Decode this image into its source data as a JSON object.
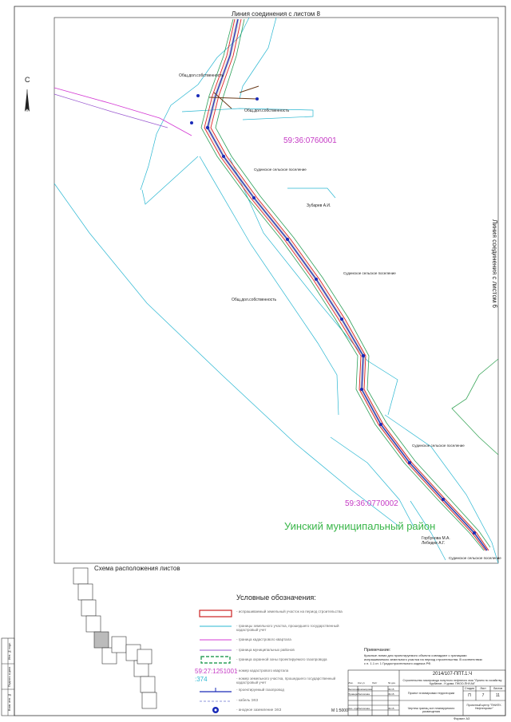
{
  "map": {
    "link_top": "Линия соединения с листом 8",
    "link_right": "Линия соединения с листом 6",
    "parcel_1": "59:36:0760001",
    "parcel_2": "59:36:0770002",
    "district": "Уинский муниципальный район",
    "owner_share_1": "Общ.дол.собственность",
    "owner_share_2": "Общ.дол.собственность",
    "owner_share_3": "Общ.дол.собственность",
    "owner_zub": "Зубарев А.И.",
    "settlement_1": "Судинское сельское поселение",
    "settlement_2": "Судинское сельское поселение",
    "settlement_3": "Судинское сельское поселение",
    "settlement_4": "Судинское сельское поселение",
    "owner_names": "Горбунова М.А.\nЛебедев А.Г.",
    "north": "С",
    "scale": "М 1:5000"
  },
  "scheme": {
    "title": "Схема расположения листов"
  },
  "legend": {
    "title": "Условные обозначения:",
    "items": [
      {
        "sym": "red-rect",
        "text": "- испрашиваемый земельный участок на период строительства"
      },
      {
        "sym": "cyan-line",
        "text": "- границы земельного участка, прошедшего государственный кадастровый учет"
      },
      {
        "sym": "magenta-line",
        "text": "- граница кадастрового квартала"
      },
      {
        "sym": "violet-line",
        "text": "- граница муниципальных районов"
      },
      {
        "sym": "green-dash",
        "text": "- граница охранной зоны проектируемого газопровода"
      },
      {
        "sym": "magenta-text",
        "label": "59:27:1251001",
        "text": "- номер кадастрового квартала"
      },
      {
        "sym": "cyan-text",
        "label": ":374",
        "text": "- номер земельного участка, прошедшего государственный кадастровый учет"
      },
      {
        "sym": "pipe",
        "text": "- проектируемый газопровод"
      },
      {
        "sym": "cable",
        "text": "- кабель ЭХЗ"
      },
      {
        "sym": "circle",
        "text": "- анодное заземление ЭХЗ"
      }
    ]
  },
  "notes": {
    "title": "Примечание:",
    "text": "Красные линии для проектируемого объекта совпадают с границами испрашиваемого земельного участка на период строительства. В соответствии с п. 1.1 ст. 1 Градостроительного кодекса РФ."
  },
  "title_block": {
    "code": "2014/107-ППТ.1.Ч",
    "project": "Строительство газопровода попутного нефтяного газа \"Лупинс по хозяйству Курбанов - Н.дома. ПНОО-ПНУ.А6\"",
    "section": "Проект планировки территории",
    "drawing": "Чертеж границ зон планируемого размещения",
    "stage_h": "Стадия",
    "sheet_h": "Лист",
    "sheets_h": "Листов",
    "stage": "П",
    "sheet": "7",
    "sheets": "11",
    "org": "Проектный центр \"ПНИПУ-Нефтепроект\"",
    "roles": [
      "Выполнил",
      "Проверил",
      "",
      "",
      "Нач. отдела"
    ],
    "names": [
      "Доможирова",
      "Распопова",
      "",
      "",
      "Распопова"
    ],
    "dates": [
      "09.15",
      "09.15",
      "",
      "",
      "09.15"
    ],
    "head": [
      "Изм.",
      "Кол.уч",
      "Лист",
      "№ док.",
      "Подпись",
      "Дата"
    ],
    "format": "Формат А3"
  },
  "side_stamps": [
    "Инв. № подл.",
    "Подпись и дата",
    "Взам. инв. №"
  ]
}
